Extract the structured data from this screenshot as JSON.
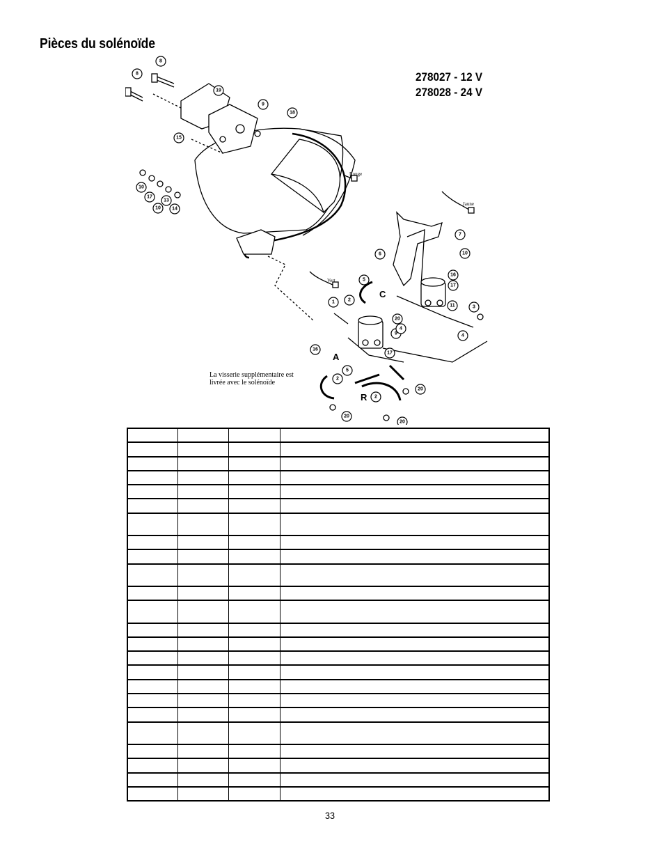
{
  "page": {
    "title": "Pièces du solénoïde",
    "models": [
      "278027 - 12 V",
      "278028 - 24 V"
    ],
    "page_number": "33"
  },
  "diagram": {
    "callouts": [
      "8",
      "8",
      "19",
      "9",
      "18",
      "15",
      "10",
      "17",
      "10",
      "13",
      "14",
      "6",
      "7",
      "10",
      "5",
      "16",
      "17",
      "1",
      "2",
      "11",
      "3",
      "20",
      "9",
      "4",
      "4",
      "16",
      "5",
      "17",
      "2",
      "20",
      "2",
      "20",
      "20"
    ],
    "wire_labels": [
      "Rouge",
      "Jaune",
      "Vert"
    ],
    "terminal_letters": [
      "C",
      "A",
      "R"
    ],
    "note_lines": [
      "La visserie supplémentaire est",
      "livrée avec le solénoïde"
    ]
  },
  "parts_table": {
    "row_heights": [
      "normal",
      "normal",
      "normal",
      "normal",
      "normal",
      "normal",
      "tall",
      "normal",
      "normal",
      "tall",
      "normal",
      "tall",
      "normal",
      "normal",
      "normal",
      "normal",
      "normal",
      "normal",
      "normal",
      "tall",
      "normal",
      "normal",
      "normal",
      "normal"
    ]
  }
}
